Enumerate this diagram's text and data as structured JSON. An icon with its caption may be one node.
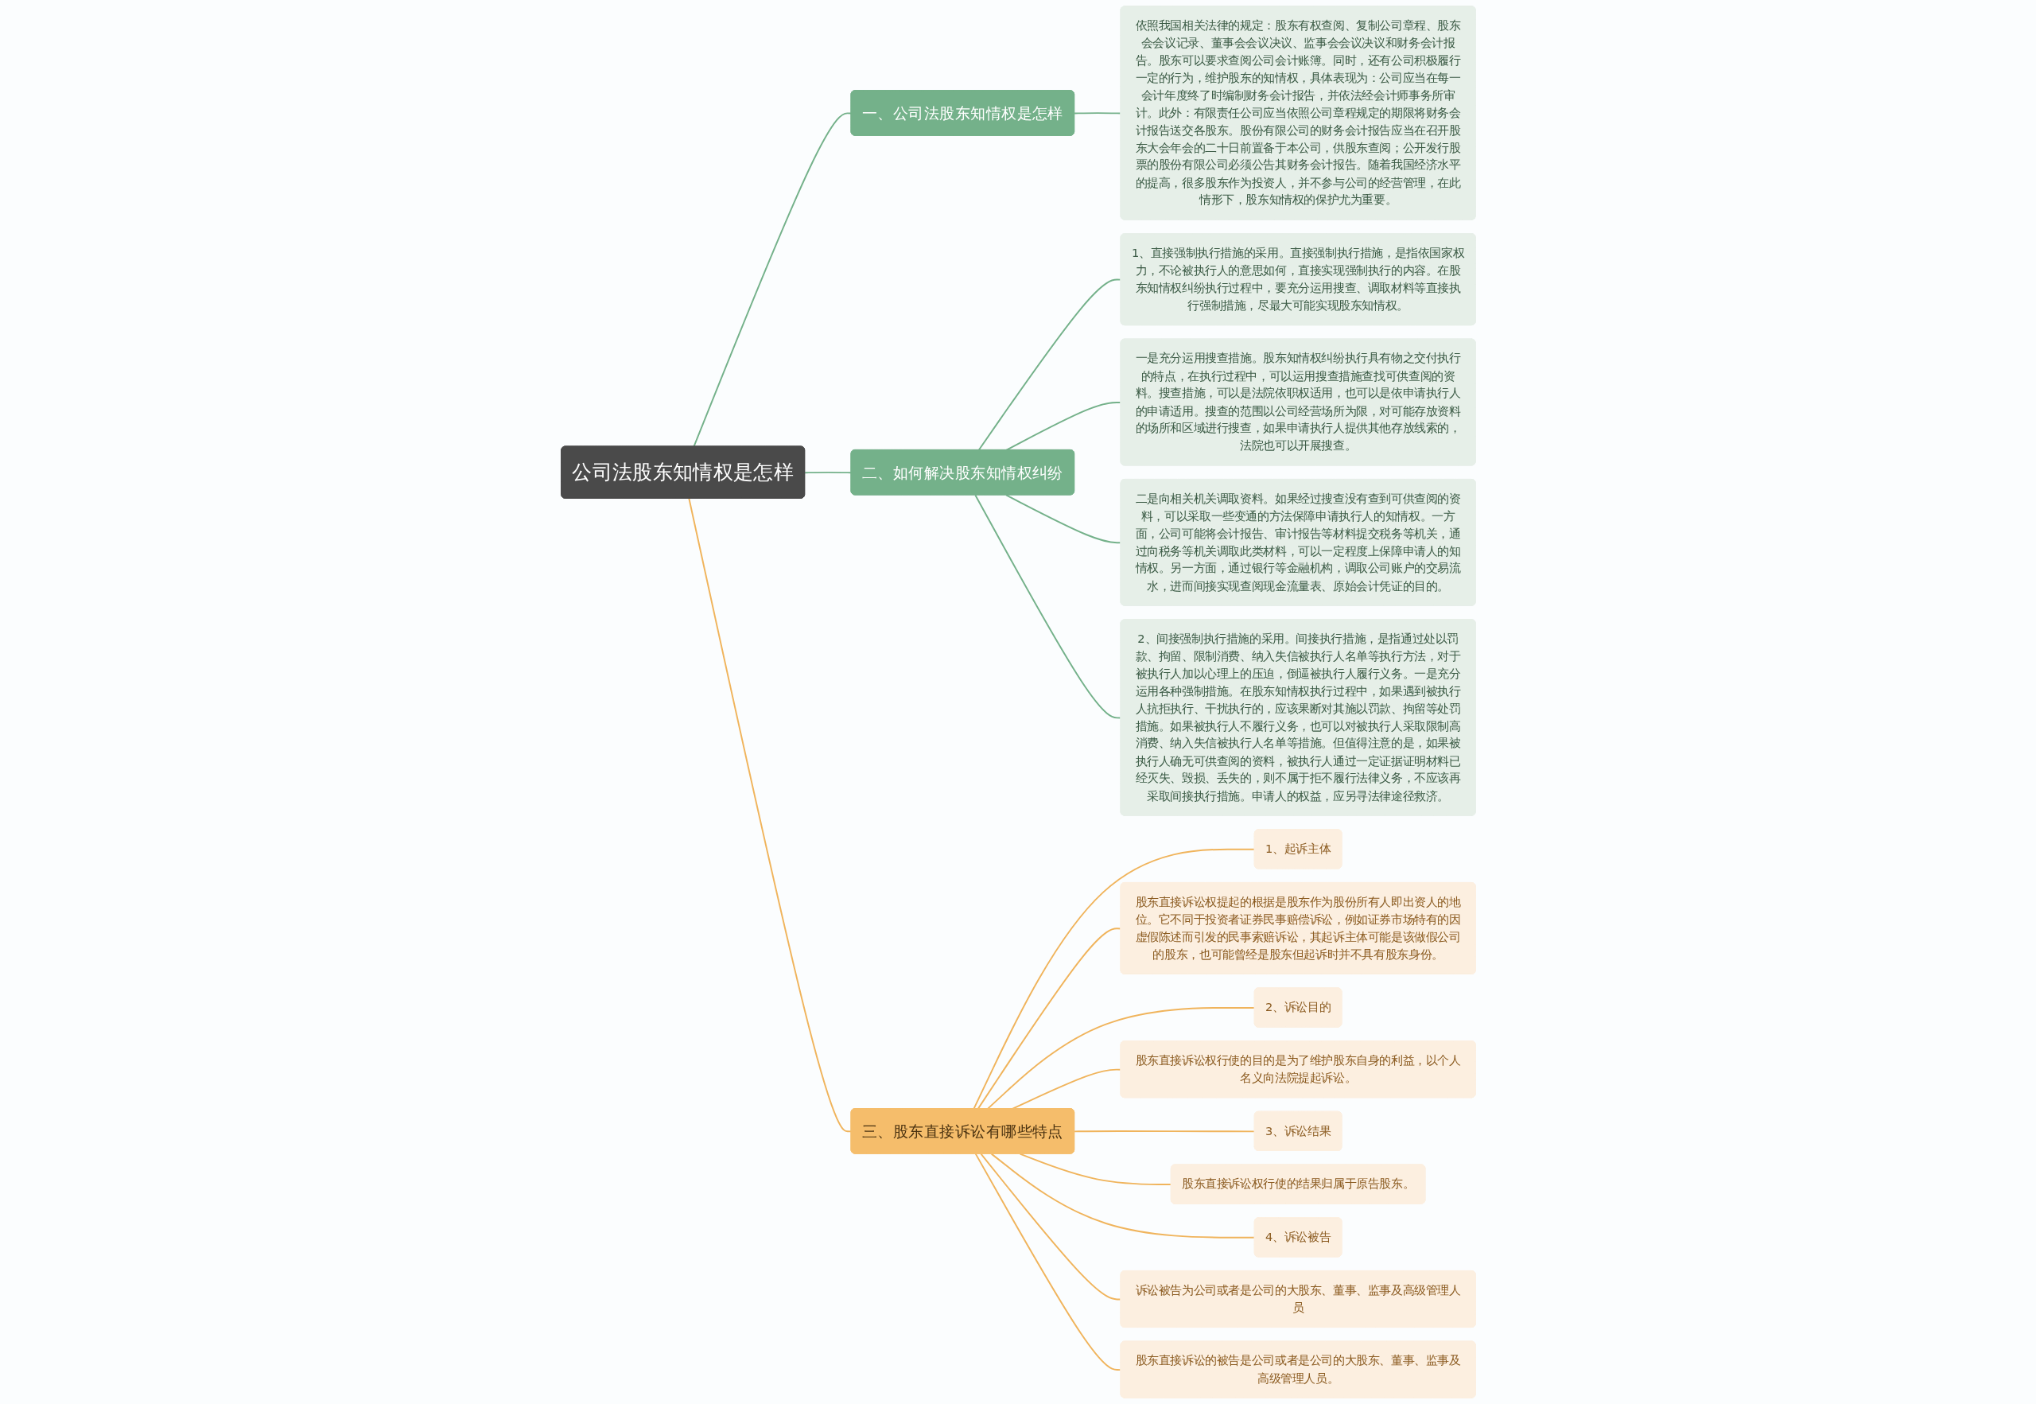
{
  "diagram": {
    "nodes": [
      {
        "text": [
          "公司法股东知情权是怎样"
        ]
      },
      {
        "text": [
          "一、公司法股东知情权是怎样"
        ]
      },
      {
        "text": [
          "依照我国相关法律的规定：股东有权查阅、复制公司章程、股东会会议记录、董事会会议决议、监事会会议决议和财务会计报告。股东可以要求查阅公司会计账簿。同时，还有公司积极履行一定的行为，维护股东的知情权，具体表现为：公司应当在每一会计年度终了时编制财务会计报告，并依法经会计师事务所审计。此外：有限责任公司应当依照公司章程规定的期限将财务会计报告送交各股东。股份有限公司的财务会计报告应当在召开股东大会年会的二十日前置备于本公司，供股东查阅；公开发行股票的股份有限公司必须公告其财务会计报告。随着我国经济水平的提高，很多股东作为投资人，并不参与公司的经营管理，在此情形下，股东知情权的保护尤为重要。"
        ]
      },
      {
        "text": [
          "二、如何解决股东知情权纠纷"
        ]
      },
      {
        "text": [
          "1、直接强制执行措施的采用。直接强制执行措施，是指依国家权力，不论被执行人的意思如何，直接实现强制执行的内容。在股东知情权纠纷执行过程中，要充分运用搜查、调取材料等直接执行强制措施，尽最大可能实现股东知情权。"
        ]
      },
      {
        "text": [
          "一是充分运用搜查措施。股东知情权纠纷执行具有物之交付执行的特点，在执行过程中，可以运用搜查措施查找可供查阅的资料。搜查措施，可以是法院依职权适用，也可以是依申请执行人的申请适用。搜查的范围以公司经营场所为限，对可能存放资料的场所和区域进行搜查，如果申请执行人提供其他存放线索的，法院也可以开展搜查。"
        ]
      },
      {
        "text": [
          "二是向相关机关调取资料。如果经过搜查没有查到可供查阅的资料，可以采取一些变通的方法保障申请执行人的知情权。一方面，公司可能将会计报告、审计报告等材料提交税务等机关，通过向税务等机关调取此类材料，可以一定程度上保障申请人的知情权。另一方面，通过银行等金融机构，调取公司账户的交易流水，进而间接实现查阅现金流量表、原始会计凭证的目的。"
        ]
      },
      {
        "text": [
          "2、间接强制执行措施的采用。间接执行措施，是指通过处以罚款、拘留、限制消费、纳入失信被执行人名单等执行方法，对于被执行人加以心理上的压迫，倒逼被执行人履行义务。一是充分运用各种强制措施。在股东知情权执行过程中，如果遇到被执行人抗拒执行、干扰执行的，应该果断对其施以罚款、拘留等处罚措施。如果被执行人不履行义务，也可以对被执行人采取限制高消费、纳入失信被执行人名单等措施。但值得注意的是，如果被执行人确无可供查阅的资料，被执行人通过一定证据证明材料已经灭失、毁损、丢失的，则不属于拒不履行法律义务，不应该再采取间接执行措施。申请人的权益，应另寻法律途径救济。"
        ]
      },
      {
        "text": [
          "三、股东直接诉讼有哪些特点"
        ]
      },
      {
        "text": [
          "1、起诉主体"
        ]
      },
      {
        "text": [
          "股东直接诉讼权提起的根据是股东作为股份所有人即出资人的地位。它不同于投资者证券民事赔偿诉讼，例如证券市场特有的因虚假陈述而引发的民事索赔诉讼，其起诉主体可能是该做假公司的股东，也可能曾经是股东但起诉时并不具有股东身份。"
        ]
      },
      {
        "text": [
          "2、诉讼目的"
        ]
      },
      {
        "text": [
          "股东直接诉讼权行使的目的是为了维护股东自身的利益，以个人名义向法院提起诉讼。"
        ]
      },
      {
        "text": [
          "3、诉讼结果"
        ]
      },
      {
        "text": [
          "股东直接诉讼权行使的结果归属于原告股东。"
        ]
      },
      {
        "text": [
          "4、诉讼被告"
        ]
      },
      {
        "text": [
          "诉讼被告为公司或者是公司的大股东、董事、监事及高级管理人员"
        ]
      },
      {
        "text": [
          "股东直接诉讼的被告是公司或者是公司的大股东、董事、监事及高级管理人员。"
        ]
      }
    ],
    "edges": [
      {
        "from": 0,
        "to": 1,
        "arrow": "none",
        "color": "#74b18a"
      },
      {
        "from": 1,
        "to": 2,
        "arrow": "none",
        "color": "#74b18a"
      },
      {
        "from": 0,
        "to": 3,
        "arrow": "none",
        "color": "#74b18a"
      },
      {
        "from": 3,
        "to": 4,
        "arrow": "none",
        "color": "#74b18a"
      },
      {
        "from": 3,
        "to": 5,
        "arrow": "none",
        "color": "#74b18a"
      },
      {
        "from": 3,
        "to": 6,
        "arrow": "none",
        "color": "#74b18a"
      },
      {
        "from": 3,
        "to": 7,
        "arrow": "none",
        "color": "#74b18a"
      },
      {
        "from": 0,
        "to": 8,
        "arrow": "none"
      },
      {
        "from": 8,
        "to": 9,
        "arrow": "none"
      },
      {
        "from": 8,
        "to": 10,
        "arrow": "none"
      },
      {
        "from": 8,
        "to": 11,
        "arrow": "none"
      },
      {
        "from": 8,
        "to": 12,
        "arrow": "none"
      },
      {
        "from": 8,
        "to": 13,
        "arrow": "none"
      },
      {
        "from": 8,
        "to": 14,
        "arrow": "none"
      },
      {
        "from": 8,
        "to": 15,
        "arrow": "none"
      },
      {
        "from": 8,
        "to": 16,
        "arrow": "none"
      },
      {
        "from": 8,
        "to": 17,
        "arrow": "none"
      }
    ]
  }
}
